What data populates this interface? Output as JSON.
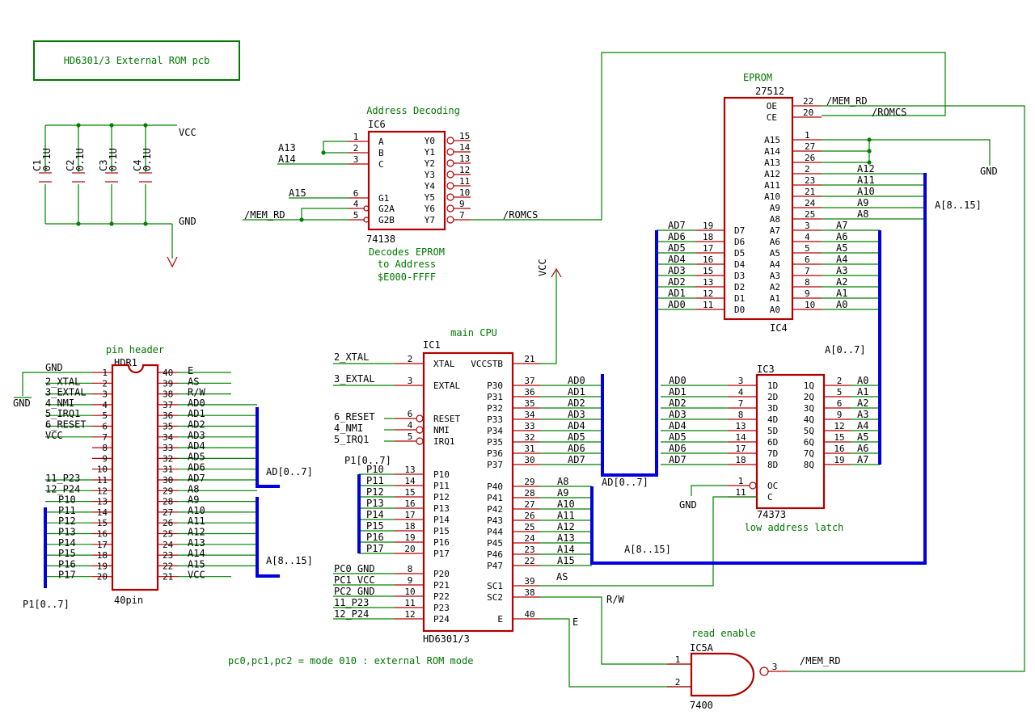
{
  "title": "HD6301/3 External ROM pcb",
  "footnote": "pc0,pc1,pc2 = mode  010  :  external ROM mode",
  "power": {
    "vcc": "VCC",
    "gnd": "GND",
    "caps": [
      {
        "name": "C1",
        "value": "0.1U"
      },
      {
        "name": "C2",
        "value": "0.1U"
      },
      {
        "name": "C3",
        "value": "0.1U"
      },
      {
        "name": "C4",
        "value": "0.1U"
      }
    ]
  },
  "ic6": {
    "caption": "Address Decoding",
    "ref": "IC6",
    "part": "74138",
    "note1": "Decodes EPROM",
    "note2": "to Address",
    "note3": "$E000-FFFF",
    "left": [
      {
        "num": "1",
        "pin": "A",
        "net": ""
      },
      {
        "num": "2",
        "pin": "B",
        "net": "A13"
      },
      {
        "num": "3",
        "pin": "C",
        "net": "A14"
      },
      {
        "num": "6",
        "pin": "G1",
        "net": "A15"
      },
      {
        "num": "4",
        "pin": "G2A",
        "net": "/MEM_RD"
      },
      {
        "num": "5",
        "pin": "G2B",
        "net": ""
      }
    ],
    "right": [
      {
        "num": "15",
        "pin": "Y0"
      },
      {
        "num": "14",
        "pin": "Y1"
      },
      {
        "num": "13",
        "pin": "Y2"
      },
      {
        "num": "12",
        "pin": "Y3"
      },
      {
        "num": "11",
        "pin": "Y4"
      },
      {
        "num": "10",
        "pin": "Y5"
      },
      {
        "num": "9",
        "pin": "Y6"
      },
      {
        "num": "7",
        "pin": "Y7"
      }
    ],
    "out_net": "/ROMCS"
  },
  "ic4": {
    "caption": "EPROM",
    "part": "27512",
    "ref": "IC4",
    "top_right": [
      {
        "num": "22",
        "pin": "OE",
        "net": "/MEM_RD"
      },
      {
        "num": "20",
        "pin": "CE",
        "net": "/ROMCS"
      }
    ],
    "hi_addr": [
      {
        "num": "1",
        "pin": "A15",
        "net": ""
      },
      {
        "num": "27",
        "pin": "A14",
        "net": ""
      },
      {
        "num": "26",
        "pin": "A13",
        "net": ""
      },
      {
        "num": "2",
        "pin": "A12",
        "net": "A12"
      },
      {
        "num": "23",
        "pin": "A11",
        "net": "A11"
      },
      {
        "num": "21",
        "pin": "A10",
        "net": "A10"
      },
      {
        "num": "24",
        "pin": "A9",
        "net": "A9"
      },
      {
        "num": "25",
        "pin": "A8",
        "net": "A8"
      }
    ],
    "lo_addr": [
      {
        "num": "3",
        "pin": "A7",
        "net": "A7"
      },
      {
        "num": "4",
        "pin": "A6",
        "net": "A6"
      },
      {
        "num": "5",
        "pin": "A5",
        "net": "A5"
      },
      {
        "num": "6",
        "pin": "A4",
        "net": "A4"
      },
      {
        "num": "7",
        "pin": "A3",
        "net": "A3"
      },
      {
        "num": "8",
        "pin": "A2",
        "net": "A2"
      },
      {
        "num": "9",
        "pin": "A1",
        "net": "A1"
      },
      {
        "num": "10",
        "pin": "A0",
        "net": "A0"
      }
    ],
    "data": [
      {
        "num": "19",
        "pin": "D7",
        "net": "AD7"
      },
      {
        "num": "18",
        "pin": "D6",
        "net": "AD6"
      },
      {
        "num": "17",
        "pin": "D5",
        "net": "AD5"
      },
      {
        "num": "16",
        "pin": "D4",
        "net": "AD4"
      },
      {
        "num": "15",
        "pin": "D3",
        "net": "AD3"
      },
      {
        "num": "13",
        "pin": "D2",
        "net": "AD2"
      },
      {
        "num": "12",
        "pin": "D1",
        "net": "AD1"
      },
      {
        "num": "11",
        "pin": "D0",
        "net": "AD0"
      }
    ],
    "gnd": "GND",
    "bus_hi": "A[8..15]"
  },
  "ic3": {
    "ref": "IC3",
    "part": "74373",
    "caption": "low address latch",
    "inputs": [
      {
        "num": "3",
        "pin": "1D",
        "net": "AD0"
      },
      {
        "num": "4",
        "pin": "2D",
        "net": "AD1"
      },
      {
        "num": "7",
        "pin": "3D",
        "net": "AD2"
      },
      {
        "num": "8",
        "pin": "4D",
        "net": "AD3"
      },
      {
        "num": "13",
        "pin": "5D",
        "net": "AD4"
      },
      {
        "num": "14",
        "pin": "6D",
        "net": "AD5"
      },
      {
        "num": "17",
        "pin": "7D",
        "net": "AD6"
      },
      {
        "num": "18",
        "pin": "8D",
        "net": "AD7"
      }
    ],
    "outputs": [
      {
        "num": "2",
        "pin": "1Q",
        "net": "A0"
      },
      {
        "num": "5",
        "pin": "2Q",
        "net": "A1"
      },
      {
        "num": "6",
        "pin": "3Q",
        "net": "A2"
      },
      {
        "num": "9",
        "pin": "4Q",
        "net": "A3"
      },
      {
        "num": "12",
        "pin": "5Q",
        "net": "A4"
      },
      {
        "num": "15",
        "pin": "6Q",
        "net": "A5"
      },
      {
        "num": "16",
        "pin": "7Q",
        "net": "A6"
      },
      {
        "num": "19",
        "pin": "8Q",
        "net": "A7"
      }
    ],
    "oc": {
      "num": "1",
      "pin": "OC"
    },
    "c": {
      "num": "11",
      "pin": "C"
    },
    "gnd": "GND",
    "bus_lo": "A[0..7]"
  },
  "ic1": {
    "caption": "main CPU",
    "ref": "IC1",
    "part": "HD6301/3",
    "vcc": "VCC",
    "left": [
      {
        "num": "2",
        "pin": "XTAL",
        "net": "2_XTAL"
      },
      {
        "num": "3",
        "pin": "EXTAL",
        "net": "3_EXTAL"
      },
      {
        "num": "6",
        "pin": "RESET",
        "net": "6_RESET"
      },
      {
        "num": "4",
        "pin": "NMI",
        "net": "4_NMI"
      },
      {
        "num": "5",
        "pin": "IRQ1",
        "net": "5_IRQ1"
      },
      {
        "num": "13",
        "pin": "P10",
        "net": "P10"
      },
      {
        "num": "14",
        "pin": "P11",
        "net": "P11"
      },
      {
        "num": "15",
        "pin": "P12",
        "net": "P12"
      },
      {
        "num": "16",
        "pin": "P13",
        "net": "P13"
      },
      {
        "num": "17",
        "pin": "P14",
        "net": "P14"
      },
      {
        "num": "18",
        "pin": "P15",
        "net": "P15"
      },
      {
        "num": "19",
        "pin": "P16",
        "net": "P16"
      },
      {
        "num": "20",
        "pin": "P17",
        "net": "P17"
      },
      {
        "num": "8",
        "pin": "P20",
        "net": "PC0  GND"
      },
      {
        "num": "9",
        "pin": "P21",
        "net": "PC1  VCC"
      },
      {
        "num": "10",
        "pin": "P22",
        "net": "PC2  GND"
      },
      {
        "num": "11",
        "pin": "P23",
        "net": "11_P23"
      },
      {
        "num": "12",
        "pin": "P24",
        "net": "12_P24"
      }
    ],
    "vccstb": {
      "num": "21",
      "pin": "VCCSTB"
    },
    "port3": [
      {
        "num": "37",
        "pin": "P30",
        "net": "AD0"
      },
      {
        "num": "36",
        "pin": "P31",
        "net": "AD1"
      },
      {
        "num": "35",
        "pin": "P32",
        "net": "AD2"
      },
      {
        "num": "34",
        "pin": "P33",
        "net": "AD3"
      },
      {
        "num": "33",
        "pin": "P34",
        "net": "AD4"
      },
      {
        "num": "32",
        "pin": "P35",
        "net": "AD5"
      },
      {
        "num": "31",
        "pin": "P36",
        "net": "AD6"
      },
      {
        "num": "30",
        "pin": "P37",
        "net": "AD7"
      }
    ],
    "port4": [
      {
        "num": "29",
        "pin": "P40",
        "net": "A8"
      },
      {
        "num": "28",
        "pin": "P41",
        "net": "A9"
      },
      {
        "num": "27",
        "pin": "P42",
        "net": "A10"
      },
      {
        "num": "26",
        "pin": "P43",
        "net": "A11"
      },
      {
        "num": "25",
        "pin": "P44",
        "net": "A12"
      },
      {
        "num": "24",
        "pin": "P45",
        "net": "A13"
      },
      {
        "num": "23",
        "pin": "P46",
        "net": "A14"
      },
      {
        "num": "22",
        "pin": "P47",
        "net": "A15"
      }
    ],
    "misc": [
      {
        "num": "39",
        "pin": "SC1",
        "net": "AS"
      },
      {
        "num": "38",
        "pin": "SC2",
        "net": "R/W"
      },
      {
        "num": "40",
        "pin": "E",
        "net": "E"
      }
    ],
    "bus_p1": "P1[0..7]",
    "bus_ad": "AD[0..7]",
    "bus_hi": "A[8..15]"
  },
  "hdr1": {
    "caption": "pin header",
    "ref": "HDR1",
    "part": "40pin",
    "left": [
      {
        "num": "1",
        "net": "GND"
      },
      {
        "num": "2",
        "net": "2_XTAL"
      },
      {
        "num": "3",
        "net": "3_EXTAL"
      },
      {
        "num": "4",
        "net": "4_NMI"
      },
      {
        "num": "5",
        "net": "5_IRQ1"
      },
      {
        "num": "6",
        "net": "6_RESET"
      },
      {
        "num": "7",
        "net": "VCC"
      },
      {
        "num": "8",
        "net": ""
      },
      {
        "num": "9",
        "net": ""
      },
      {
        "num": "10",
        "net": ""
      },
      {
        "num": "11",
        "net": "11_P23"
      },
      {
        "num": "12",
        "net": "12_P24"
      },
      {
        "num": "13",
        "net": "P10"
      },
      {
        "num": "14",
        "net": "P11"
      },
      {
        "num": "15",
        "net": "P12"
      },
      {
        "num": "16",
        "net": "P13"
      },
      {
        "num": "17",
        "net": "P14"
      },
      {
        "num": "18",
        "net": "P15"
      },
      {
        "num": "19",
        "net": "P16"
      },
      {
        "num": "20",
        "net": "P17"
      }
    ],
    "right": [
      {
        "num": "40",
        "net": "E"
      },
      {
        "num": "39",
        "net": "AS"
      },
      {
        "num": "38",
        "net": "R/W"
      },
      {
        "num": "37",
        "net": "AD0"
      },
      {
        "num": "36",
        "net": "AD1"
      },
      {
        "num": "35",
        "net": "AD2"
      },
      {
        "num": "34",
        "net": "AD3"
      },
      {
        "num": "33",
        "net": "AD4"
      },
      {
        "num": "32",
        "net": "AD5"
      },
      {
        "num": "31",
        "net": "AD6"
      },
      {
        "num": "30",
        "net": "AD7"
      },
      {
        "num": "29",
        "net": "A8"
      },
      {
        "num": "28",
        "net": "A9"
      },
      {
        "num": "27",
        "net": "A10"
      },
      {
        "num": "26",
        "net": "A11"
      },
      {
        "num": "25",
        "net": "A12"
      },
      {
        "num": "24",
        "net": "A13"
      },
      {
        "num": "23",
        "net": "A14"
      },
      {
        "num": "22",
        "net": "A15"
      },
      {
        "num": "21",
        "net": "VCC"
      }
    ],
    "gnd": "GND",
    "bus_ad": "AD[0..7]",
    "bus_hi": "A[8..15]",
    "bus_p1": "P1[0..7]"
  },
  "ic5": {
    "caption": "read enable",
    "ref": "IC5A",
    "part": "7400",
    "in1": "1",
    "in2": "2",
    "out": "3",
    "out_net": "/MEM_RD"
  }
}
